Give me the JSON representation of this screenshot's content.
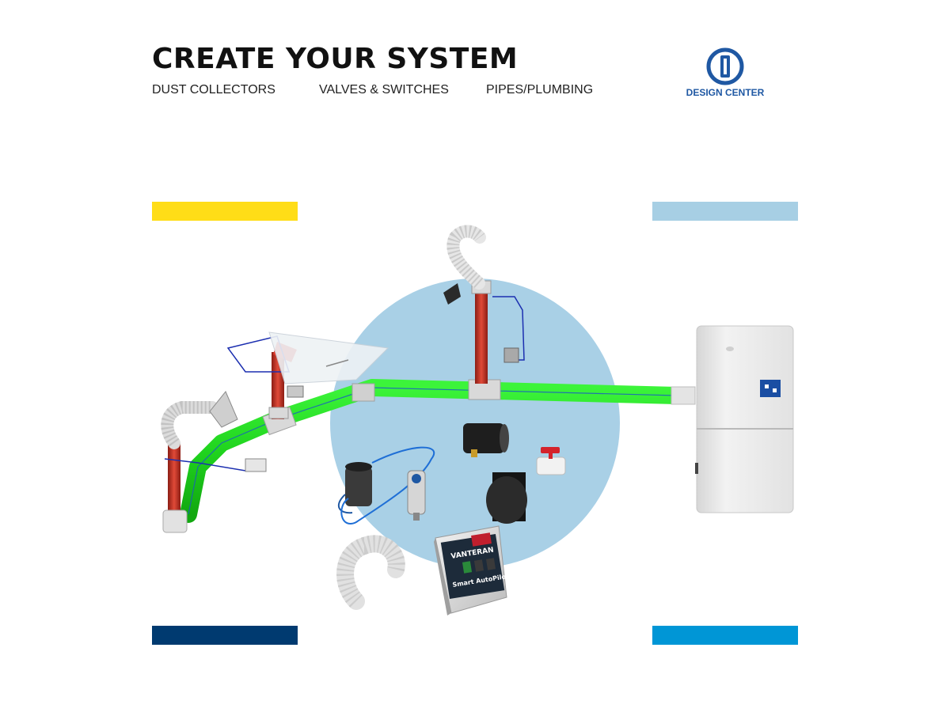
{
  "header": {
    "title": "CREATE YOUR SYSTEM",
    "nav": [
      {
        "label": "DUST COLLECTORS"
      },
      {
        "label": "VALVES & SWITCHES"
      },
      {
        "label": "PIPES/PLUMBING"
      }
    ]
  },
  "logo": {
    "label": "DESIGN CENTER"
  },
  "product_panel": {
    "brand": "VANTERAN",
    "model": "Smart AutoPilot"
  },
  "colors": {
    "accent_yellow": "#ffdd17",
    "accent_light_blue": "#a7cfe4",
    "accent_navy": "#003a70",
    "accent_blue": "#0096d6",
    "brand_blue": "#1f58a3",
    "circle_blue": "#a9d0e6",
    "pipe_green": "#22e01f",
    "pipe_red": "#d63a2a"
  },
  "icons": [
    "design-center-logo-icon"
  ]
}
